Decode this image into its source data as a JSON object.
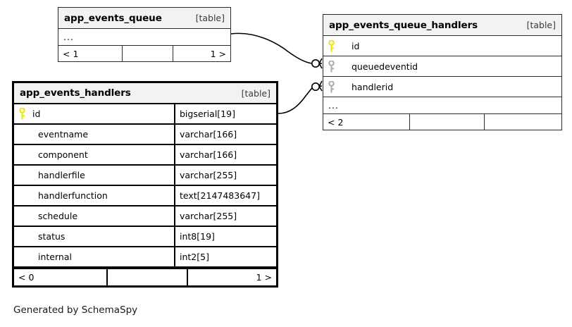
{
  "diagram": {
    "generator_caption": "Generated by SchemaSpy",
    "table_tag": "[table]",
    "ellipsis": "...",
    "colors": {
      "primary_key": "#e8e800",
      "foreign_key": "#aaaaaa",
      "header_bg": "#f2f2f2",
      "border": "#2b2b2b",
      "focal_border": "#000000",
      "background": "#ffffff"
    }
  },
  "tables": {
    "app_events_queue": {
      "name": "app_events_queue",
      "tag": "[table]",
      "rows": [
        {
          "key": "none",
          "name": "...",
          "type": ""
        }
      ],
      "footer": {
        "left": "< 1",
        "middle": "",
        "right": "1 >"
      }
    },
    "app_events_queue_handlers": {
      "name": "app_events_queue_handlers",
      "tag": "[table]",
      "rows": [
        {
          "key": "primary",
          "name": "id",
          "type": ""
        },
        {
          "key": "foreign",
          "name": "queuedeventid",
          "type": ""
        },
        {
          "key": "foreign",
          "name": "handlerid",
          "type": ""
        },
        {
          "key": "none",
          "name": "...",
          "type": ""
        }
      ],
      "footer": {
        "left": "< 2",
        "middle": "",
        "right": ""
      }
    },
    "app_events_handlers": {
      "name": "app_events_handlers",
      "tag": "[table]",
      "focal": true,
      "rows": [
        {
          "key": "primary",
          "name": "id",
          "type": "bigserial[19]"
        },
        {
          "key": "none",
          "name": "eventname",
          "type": "varchar[166]"
        },
        {
          "key": "none",
          "name": "component",
          "type": "varchar[166]"
        },
        {
          "key": "none",
          "name": "handlerfile",
          "type": "varchar[255]"
        },
        {
          "key": "none",
          "name": "handlerfunction",
          "type": "text[2147483647]"
        },
        {
          "key": "none",
          "name": "schedule",
          "type": "varchar[255]"
        },
        {
          "key": "none",
          "name": "status",
          "type": "int8[19]"
        },
        {
          "key": "none",
          "name": "internal",
          "type": "int2[5]"
        }
      ],
      "footer": {
        "left": "< 0",
        "middle": "",
        "right": "1 >"
      }
    }
  },
  "relationships": [
    {
      "from_table": "app_events_queue",
      "to_table": "app_events_queue_handlers",
      "to_column": "queuedeventid",
      "cardinality": "zero-or-many"
    },
    {
      "from_table": "app_events_handlers",
      "from_column": "id",
      "to_table": "app_events_queue_handlers",
      "to_column": "handlerid",
      "cardinality": "zero-or-many"
    }
  ]
}
